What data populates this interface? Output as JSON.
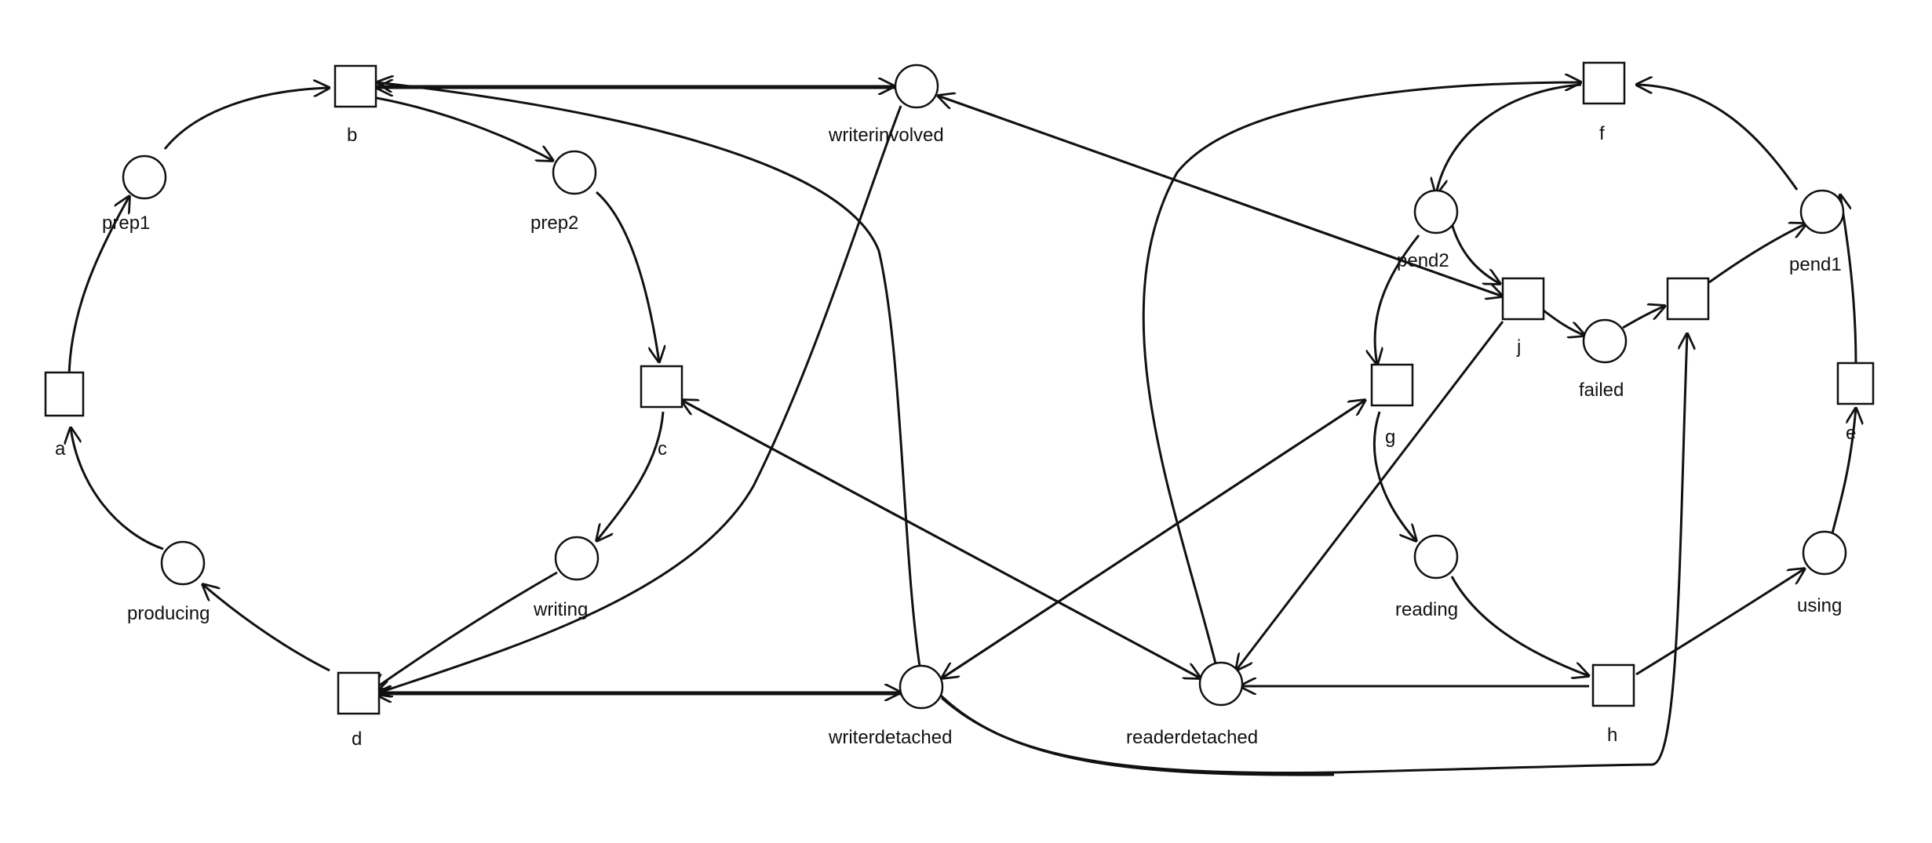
{
  "places": {
    "prep1": "prep1",
    "prep2": "prep2",
    "producing": "producing",
    "writing": "writing",
    "writerinvolved": "writerinvolved",
    "writerdetached": "writerdetached",
    "readerdetached": "readerdetached",
    "pend2": "pend2",
    "failed": "failed",
    "pend1": "pend1",
    "reading": "reading",
    "using": "using"
  },
  "transitions": {
    "a": "a",
    "b": "b",
    "c": "c",
    "d": "d",
    "f": "f",
    "g": "g",
    "h": "h",
    "j": "j",
    "e": "e"
  }
}
